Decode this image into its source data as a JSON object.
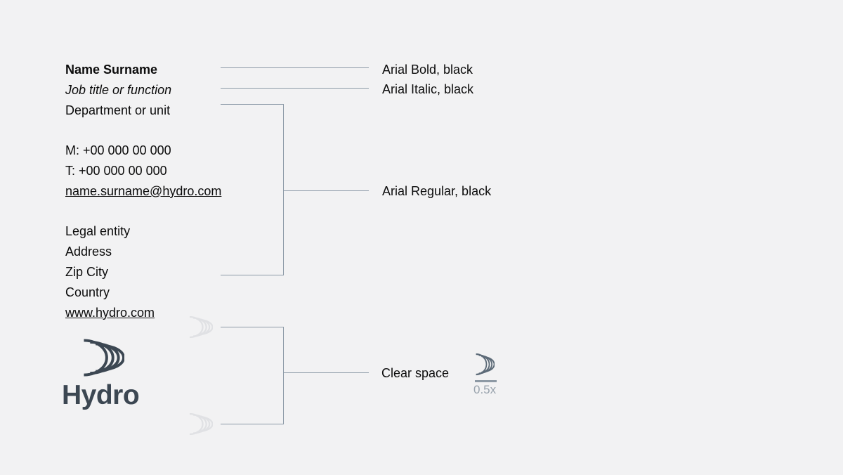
{
  "page": {
    "background": "#f2f2f3"
  },
  "signature": {
    "lines": [
      "Name Surname",
      "Job title or function",
      "Department or unit",
      "",
      "M: +00 000 00 000",
      "T: +00 000 00 000",
      "name.surname@hydro.com",
      "",
      "Legal entity",
      "Address",
      "Zip City",
      "Country",
      "www.hydro.com"
    ]
  },
  "logo": {
    "wordmark": "Hydro",
    "mark_icon": "hydro-arcs-icon",
    "brand_color": "#3c4752"
  },
  "annotations": {
    "name_style_label": "Arial Bold, black",
    "title_style_label": "Arial Italic, black",
    "body_style_label": "Arial Regular, black",
    "clear_space_label": "Clear space",
    "clear_space_measure": "0.5x"
  },
  "colors": {
    "text": "#0c0c0c",
    "leader_line": "#8c9aa7",
    "ghost_mark": "#e0e1e4",
    "measure_mark": "#5d6b78",
    "measure_text": "#98a2ac"
  }
}
